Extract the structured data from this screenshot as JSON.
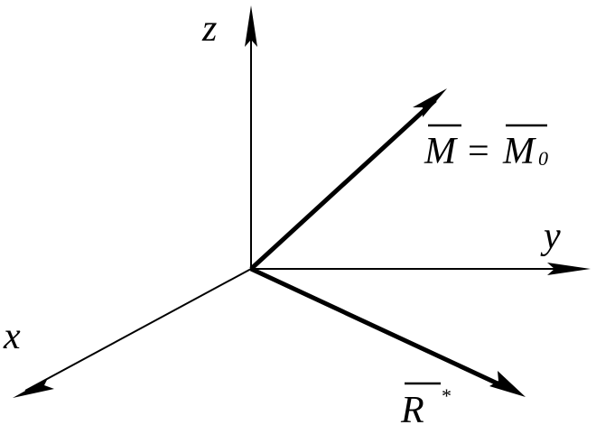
{
  "axes": {
    "z": {
      "label": "z"
    },
    "y": {
      "label": "y"
    },
    "x": {
      "label": "x"
    }
  },
  "vectors": {
    "moment": {
      "left_symbol": "M",
      "equals": "=",
      "right_symbol": "M",
      "right_subscript": "0"
    },
    "resultant": {
      "symbol": "R",
      "superscript": "*"
    }
  },
  "colors": {
    "ink": "#000000",
    "background": "#ffffff"
  }
}
